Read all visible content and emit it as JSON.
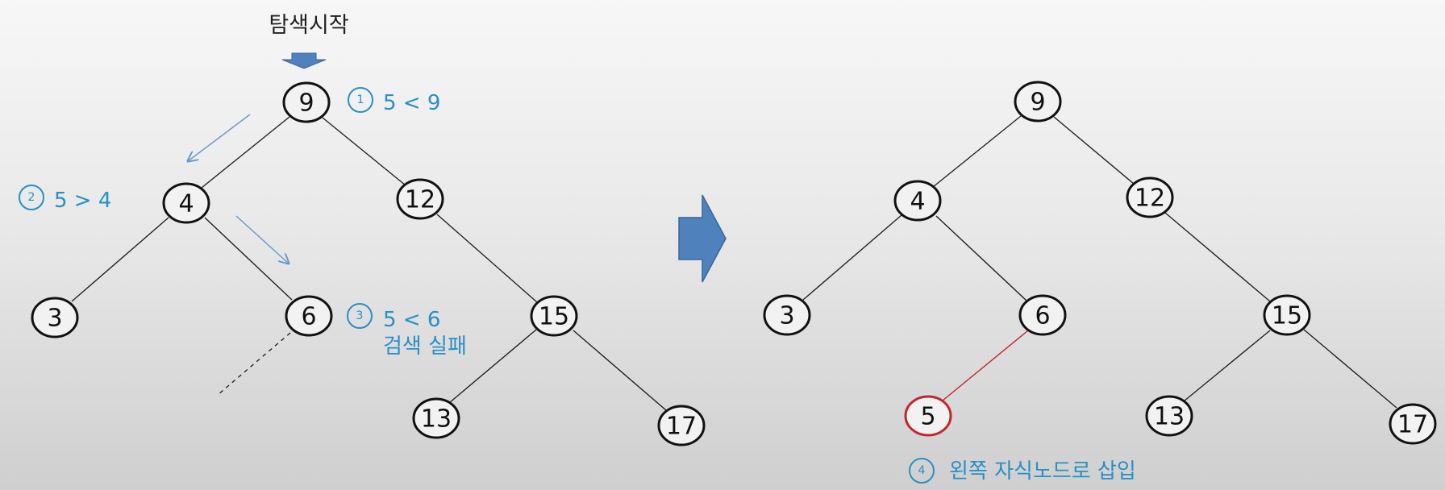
{
  "start_label": "탐색시작",
  "colors": {
    "step_text": "#2a8fc4",
    "node_stroke": "#111111",
    "inserted_node": "#c0272d",
    "arrow_fill": "#4f81bd"
  },
  "before_tree": {
    "nodes": [
      "9",
      "4",
      "12",
      "3",
      "6",
      "15",
      "13",
      "17"
    ]
  },
  "steps": {
    "s1": {
      "num": "1",
      "text": "5 < 9"
    },
    "s2": {
      "num": "2",
      "text": "5 > 4"
    },
    "s3": {
      "num": "3",
      "text": "5 < 6",
      "subtext": "검색 실패"
    },
    "s4": {
      "num": "4",
      "text": "왼쪽 자식노드로 삽입"
    }
  },
  "after_tree": {
    "nodes": [
      "9",
      "4",
      "12",
      "3",
      "6",
      "15",
      "5",
      "13",
      "17"
    ],
    "inserted": "5"
  }
}
